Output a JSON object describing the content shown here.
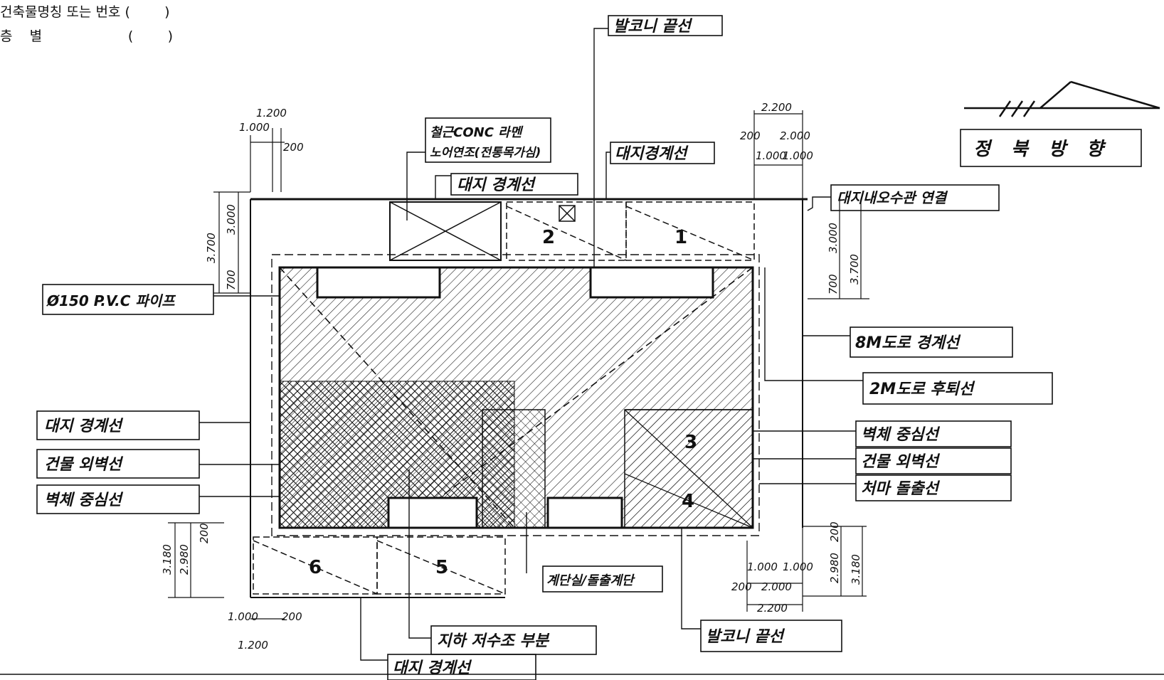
{
  "header": {
    "name_label": "건축물명칭 또는 번호",
    "name_paren": "(        )",
    "floor_label": "층    별",
    "floor_paren": "(        )"
  },
  "labels": {
    "balcony_end_top": "발코니 끝선",
    "balcony_end_bottom": "발코니 끝선",
    "rc_slab": "철근CONC 라멘",
    "brick_masonry": "노어연조(전통목가심)",
    "boundary_top_left": "대지 경계선",
    "boundary_top_right": "대지경계선",
    "boundary_left": "대지 경계선",
    "boundary_bottom": "대지 경계선",
    "sewer_connection": "대지내오수관 연결",
    "pvc_pipe": "Ø150 P.V.C 파이프",
    "road_8m": "8M도로 경계선",
    "road_2m": "2M도로 후퇴선",
    "wall_center_left": "벽체 중심선",
    "wall_center_right": "벽체 중심선",
    "outer_wall_left": "건물 외벽선",
    "outer_wall_right": "건물 외벽선",
    "eaves": "처마 돌출선",
    "stair": "계단실/돌출계단",
    "basement_tank": "지하 저수조 부분",
    "north_text": "정 북 방 향"
  },
  "dimensions": {
    "top_left_total": "1.200",
    "top_left_a": "1.000",
    "top_left_b": "200",
    "top_right_total": "2.200",
    "top_right_a": "200",
    "top_right_b": "2.000",
    "top_right_c": "1.000",
    "top_right_d": "1.000",
    "left_v_total": "3.700",
    "left_v_a": "3.000",
    "left_v_b": "700",
    "right_v_a": "3.000",
    "right_v_total": "3.700",
    "right_v_b": "700",
    "bl_v_total": "3.180",
    "bl_v_a": "2.980",
    "bl_v_b": "200",
    "bl_h_a": "1.000",
    "bl_h_b": "200",
    "bl_h_total": "1.200",
    "br_h_a": "1.000",
    "br_h_b": "1.000",
    "br_h_c": "200",
    "br_h_d": "2.000",
    "br_h_total": "2.200",
    "br_v_a": "200",
    "br_v_b": "2.980",
    "br_v_total": "3.180"
  },
  "parking_numbers": [
    "1",
    "2",
    "3",
    "4",
    "5",
    "6"
  ],
  "colors": {
    "ink": "#111111",
    "paper": "#ffffff"
  }
}
